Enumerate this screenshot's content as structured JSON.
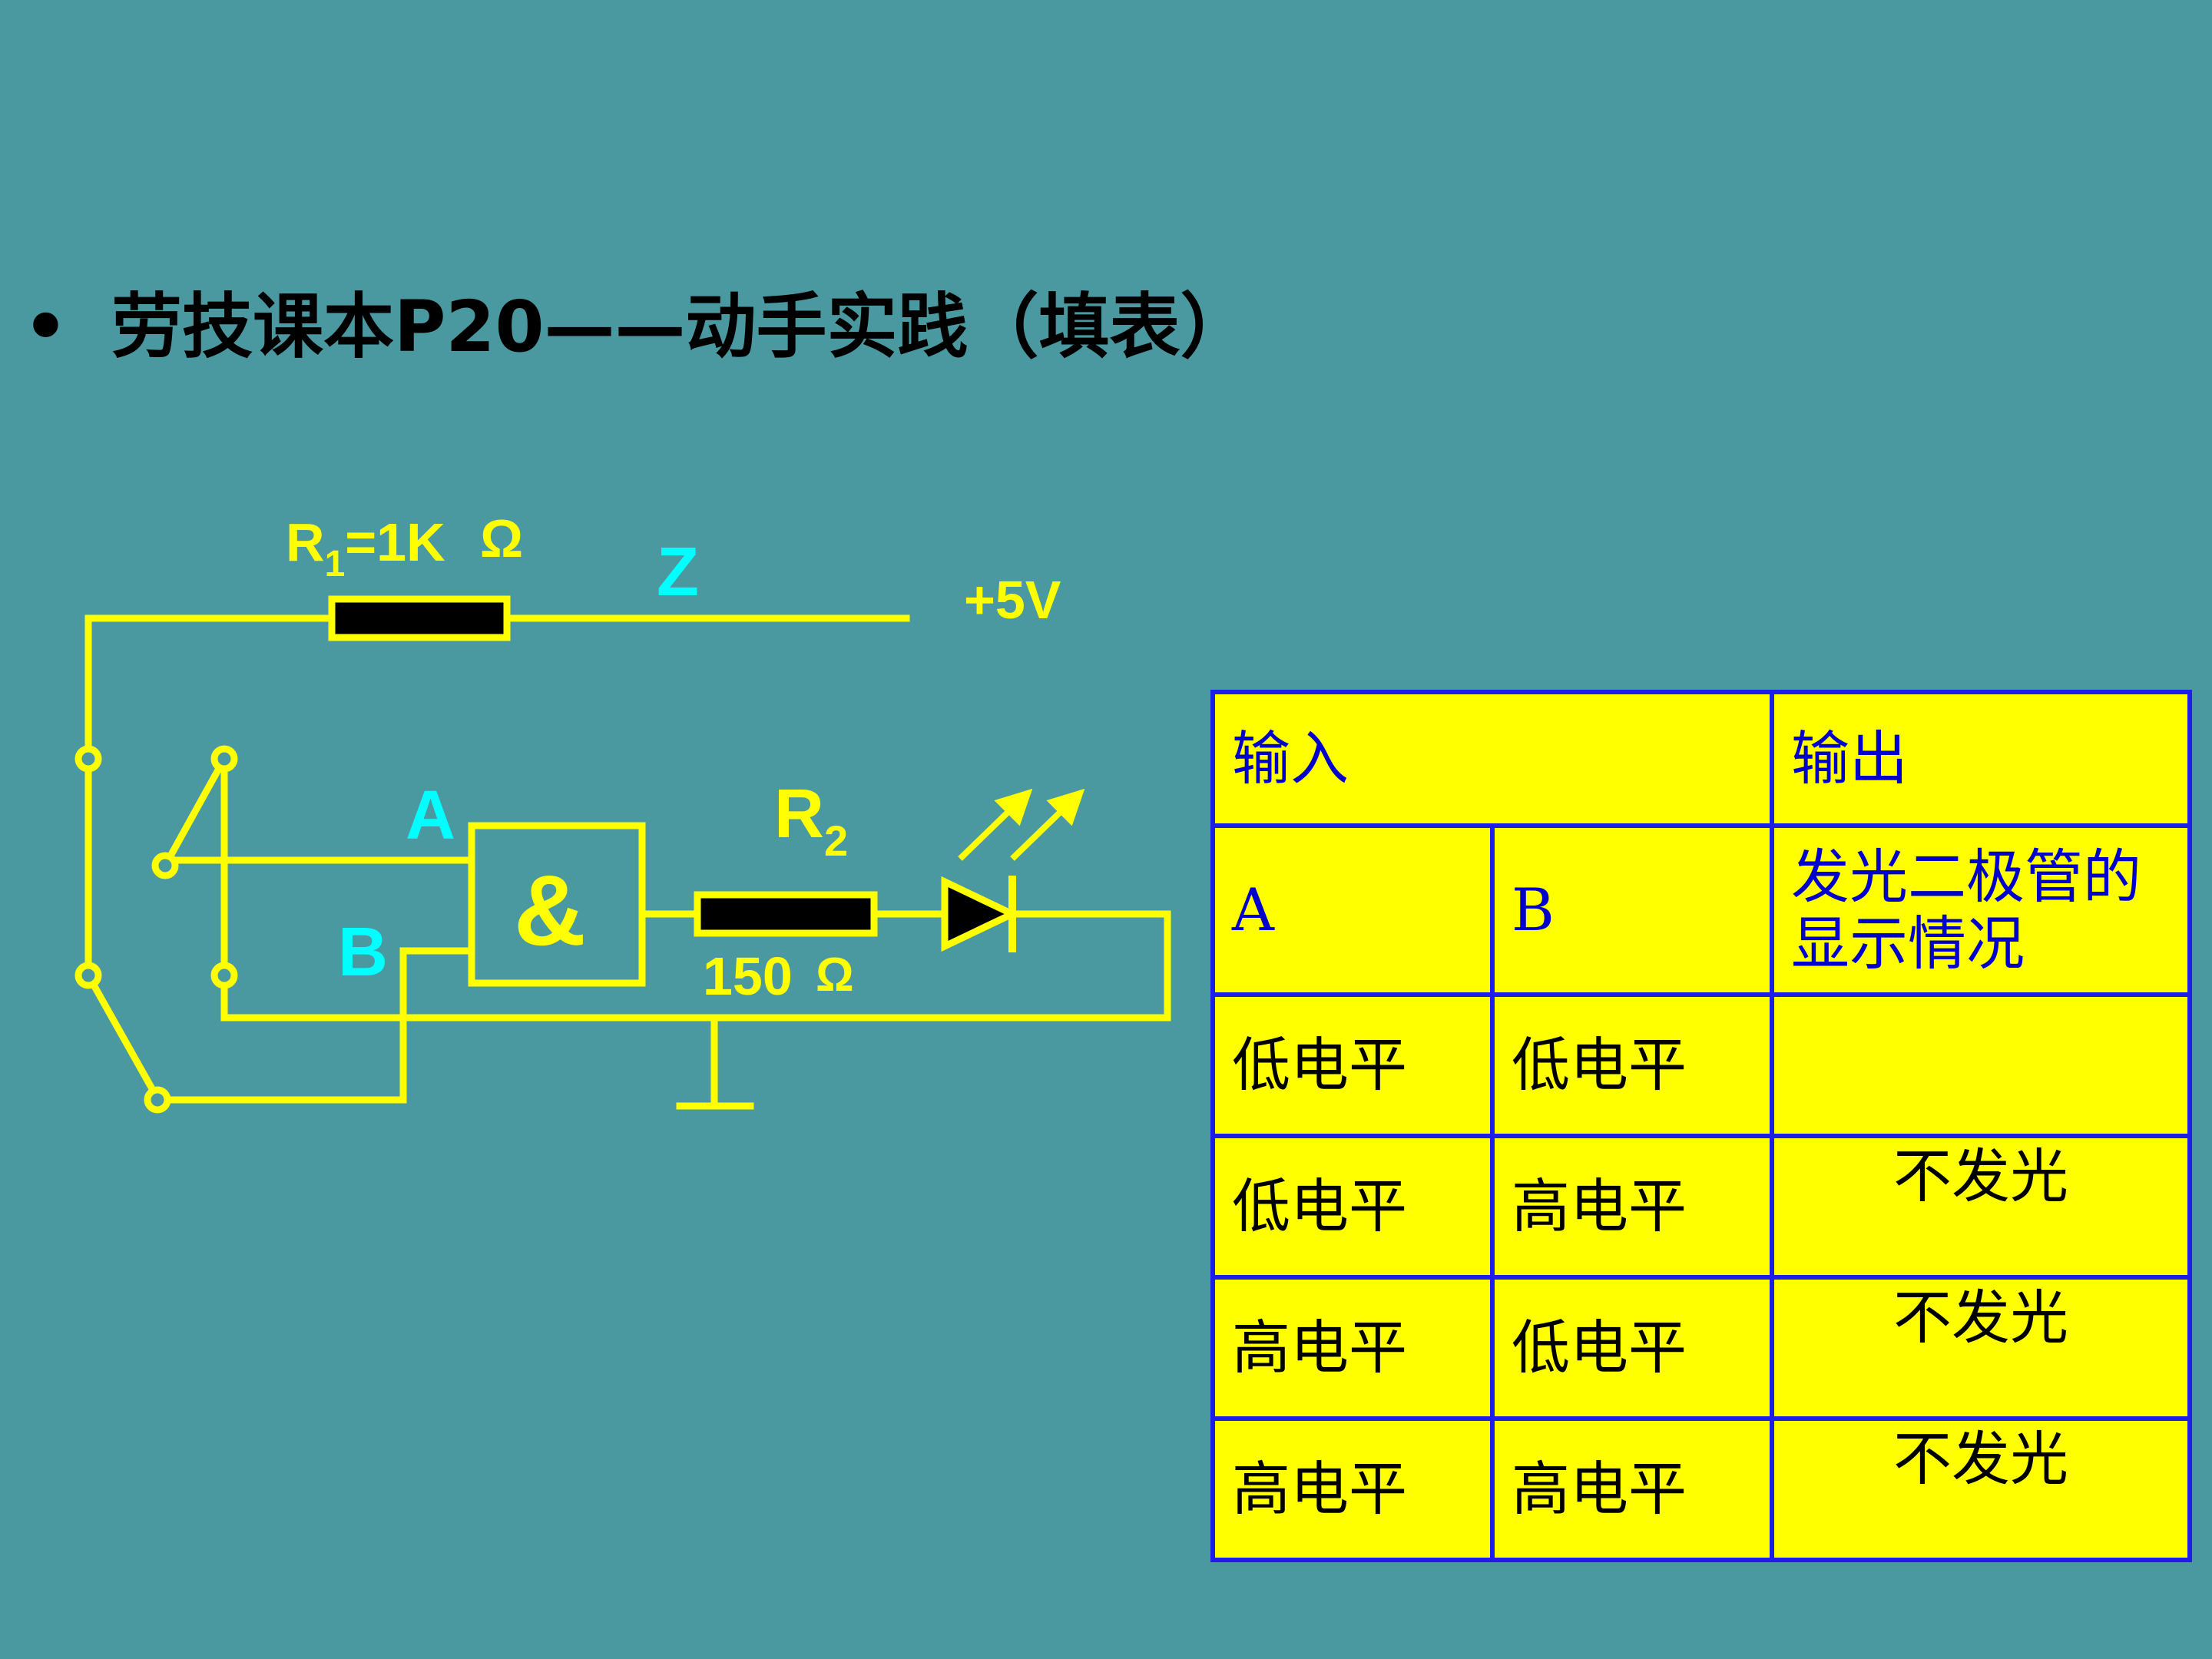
{
  "title": {
    "bullet": "•",
    "text": "劳技课本P20——动手实践（填表）"
  },
  "circuit": {
    "r1_label_main": "R",
    "r1_label_sub": "1",
    "r1_label_value": "=1K",
    "r1_label_unit": "Ω",
    "node_z": "Z",
    "supply": "+5V",
    "input_a": "A",
    "input_b": "B",
    "gate_symbol": "&",
    "r2_label_main": "R",
    "r2_label_sub": "2",
    "r2_value": "150",
    "r2_unit": "Ω",
    "colors": {
      "wire": "#ffff00",
      "label_cyan": "#00ffff",
      "resistor_body": "#000000"
    }
  },
  "table": {
    "header_input": "输入",
    "header_output": "输出",
    "col_a": "A",
    "col_b": "B",
    "col_led": "发光二极管的显示情况",
    "rows": [
      {
        "a": "低电平",
        "b": "低电平",
        "out": ""
      },
      {
        "a": "低电平",
        "b": "高电平",
        "out": "不发光"
      },
      {
        "a": "高电平",
        "b": "低电平",
        "out": "不发光"
      },
      {
        "a": "高电平",
        "b": "高电平",
        "out": "不发光"
      }
    ],
    "colors": {
      "background": "#ffff00",
      "border": "#1e1ee6",
      "header_text": "#0000cc"
    }
  }
}
